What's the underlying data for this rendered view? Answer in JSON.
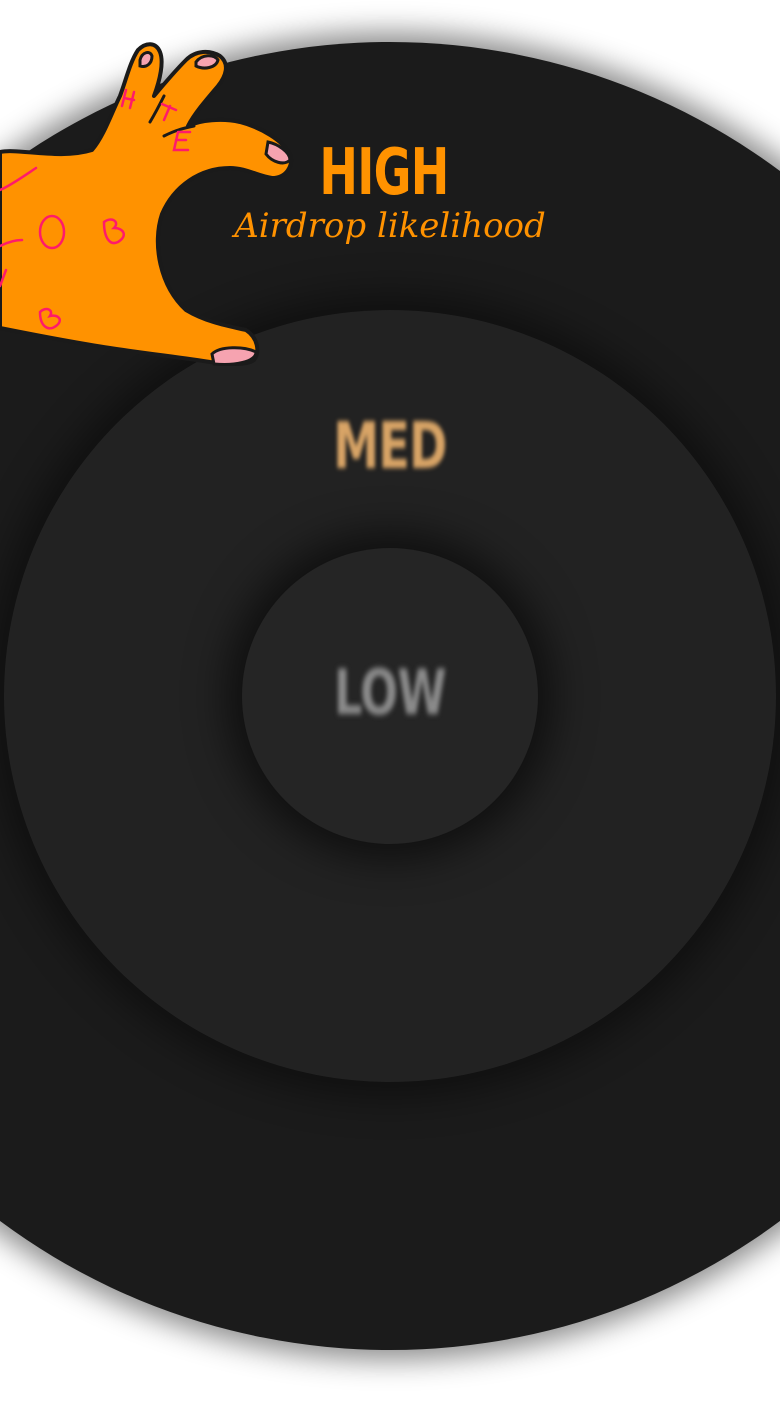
{
  "tiers": {
    "high": "HIGH",
    "subtitle": "Airdrop likelihood",
    "medium": "MED",
    "low": "LOW"
  },
  "colors": {
    "accent": "#ff9200",
    "medium_text": "#d8a466",
    "low_text": "#8a8a8a",
    "outer_ring": "#1b1b1b",
    "middle_ring": "#222222",
    "inner_ring": "#252525",
    "hand_doodles": "#ff1a6b"
  },
  "decoration": {
    "icon": "hand-illustration-icon"
  }
}
